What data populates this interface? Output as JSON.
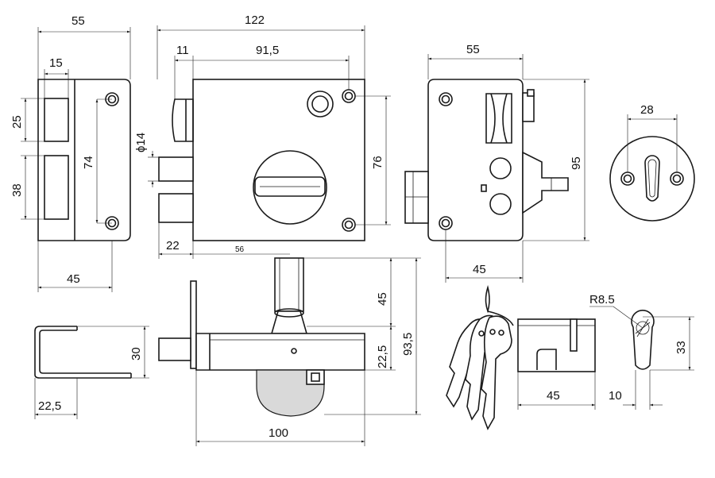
{
  "dimensions": {
    "plate_width": "55",
    "plate_window_width": "15",
    "plate_top_window_height": "25",
    "plate_bottom_window_height": "38",
    "plate_hole_spacing": "74",
    "plate_hole_offset": "45",
    "lock_width": "122",
    "bolt_projection": "11",
    "lock_hole_spacing": "91,5",
    "knob_diameter": "ϕ14",
    "lock_hole_vertical_spacing": "76",
    "bolt_offset": "22",
    "knob_offset": "56",
    "side_width": "55",
    "side_height": "95",
    "side_hole_offset": "45",
    "rosette_hole_spacing": "28",
    "staple_height": "30",
    "staple_width": "22,5",
    "cylinder_projection": "45",
    "case_thickness": "22,5",
    "total_height": "93,5",
    "case_length": "100",
    "cylinder_length": "45",
    "cylinder_offset": "10",
    "cylinder_radius": "R8.5",
    "cylinder_height": "33"
  }
}
